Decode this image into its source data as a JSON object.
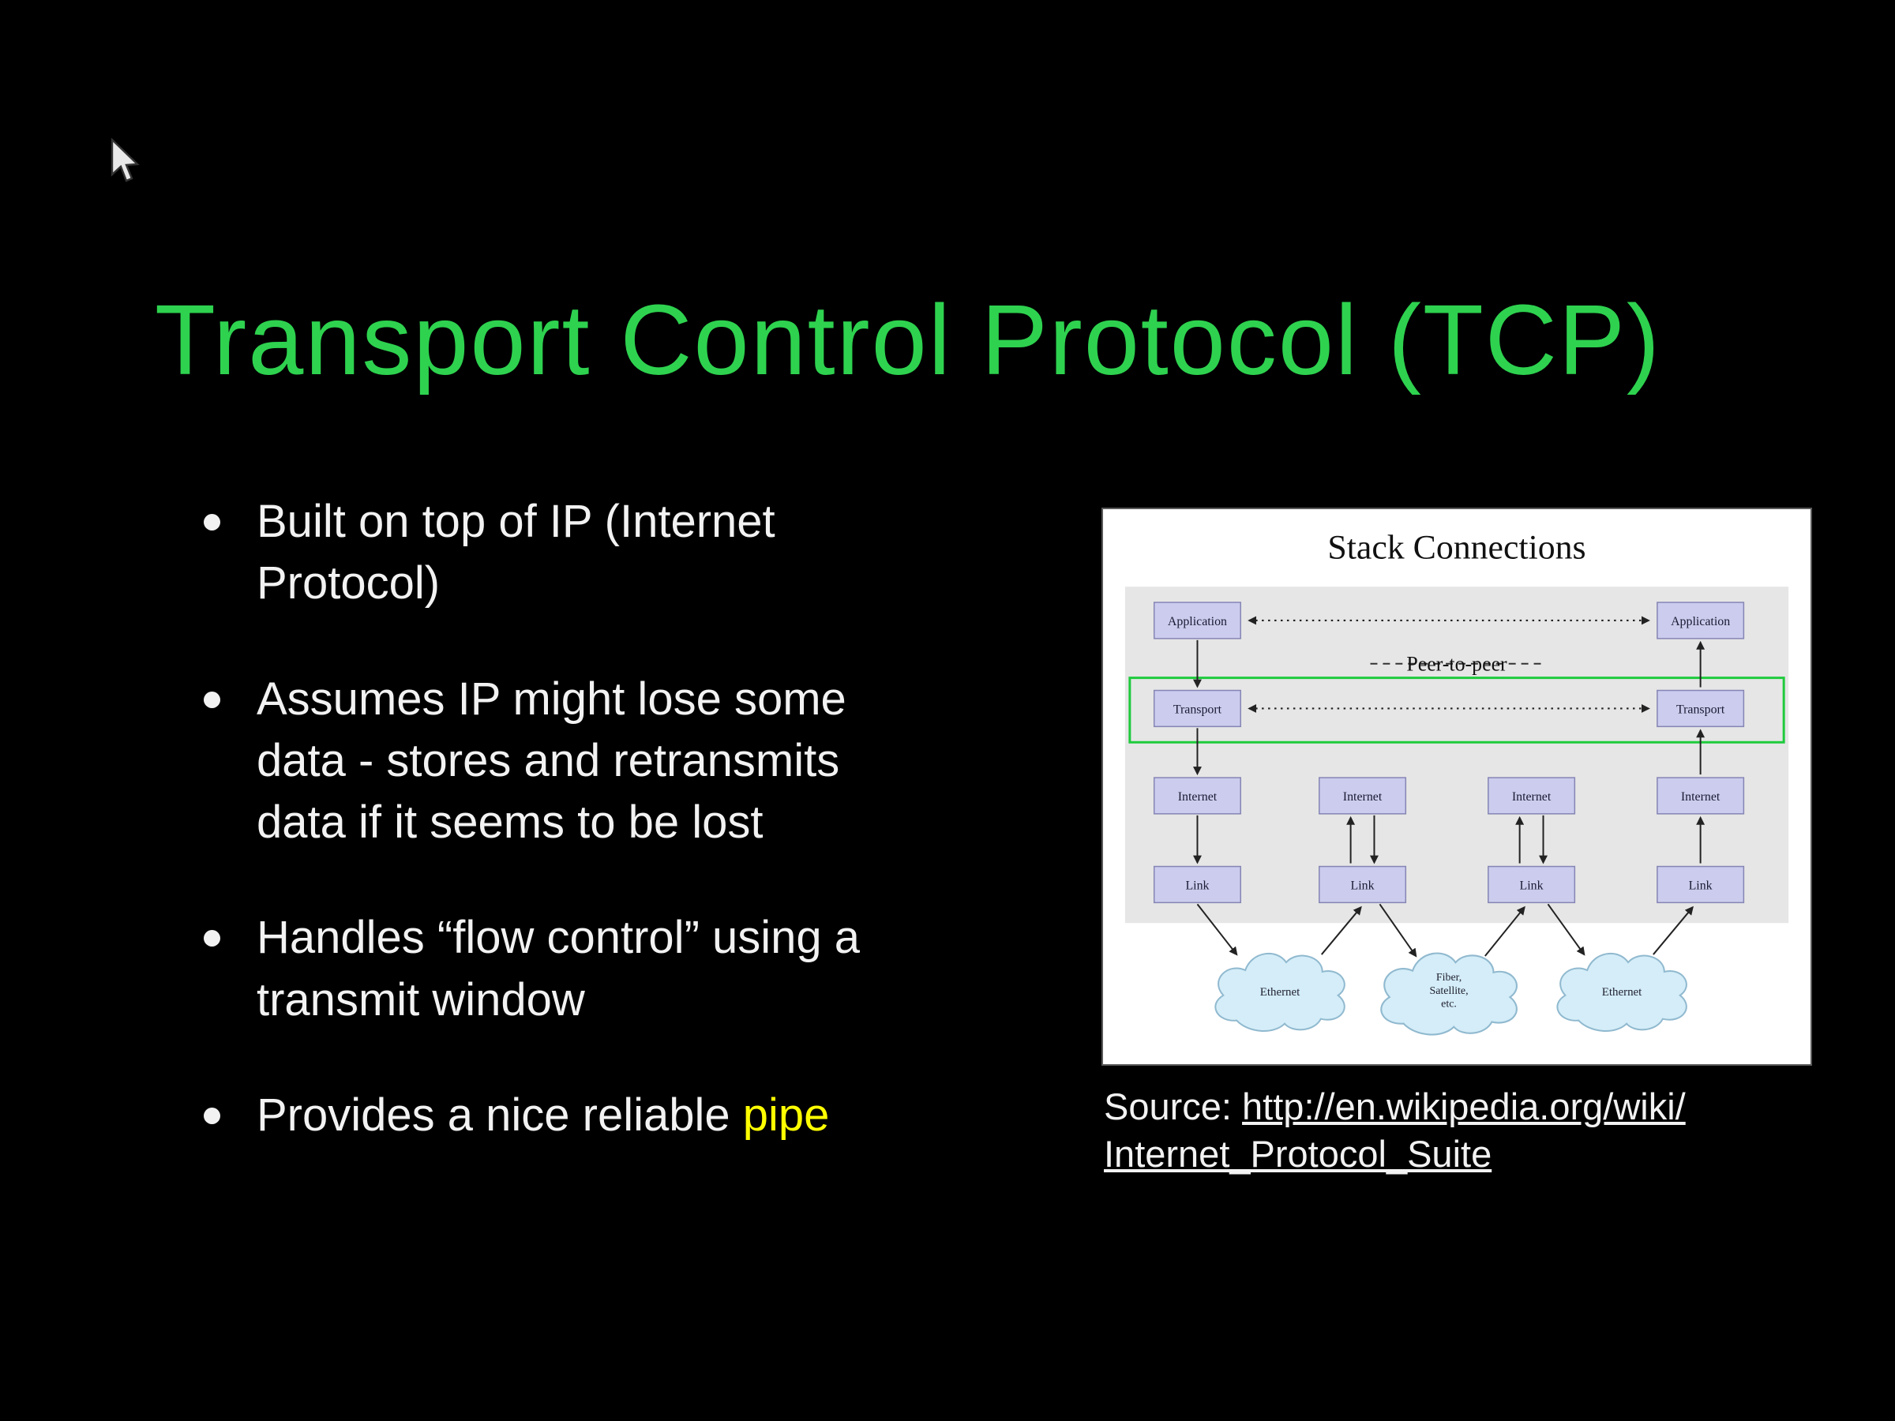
{
  "slide": {
    "title": "Transport Control Protocol (TCP)",
    "title_color": "#2ed24f",
    "bullets": [
      {
        "text": "Built on top of IP (Internet\nProtocol)"
      },
      {
        "text": "Assumes IP might lose some\ndata - stores and retransmits\ndata if it seems to be lost"
      },
      {
        "text": "Handles “flow control” using a\ntransmit window"
      },
      {
        "text": "Provides a nice reliable ",
        "highlight": "pipe",
        "highlight_color": "#ffff00"
      }
    ],
    "source": {
      "prefix": "Source: ",
      "url": "http://en.wikipedia.org/wiki/\nInternet_Protocol_Suite"
    }
  },
  "diagram": {
    "title": "Stack Connections",
    "peer_label": "Peer-to-peer",
    "box_application": "Application",
    "box_transport": "Transport",
    "box_internet": "Internet",
    "box_link": "Link",
    "cloud_left": "Ethernet",
    "cloud_mid_line1": "Fiber,",
    "cloud_mid_line2": "Satellite,",
    "cloud_mid_line3": "etc.",
    "cloud_right": "Ethernet",
    "highlight_color": "#1ecb3c"
  }
}
